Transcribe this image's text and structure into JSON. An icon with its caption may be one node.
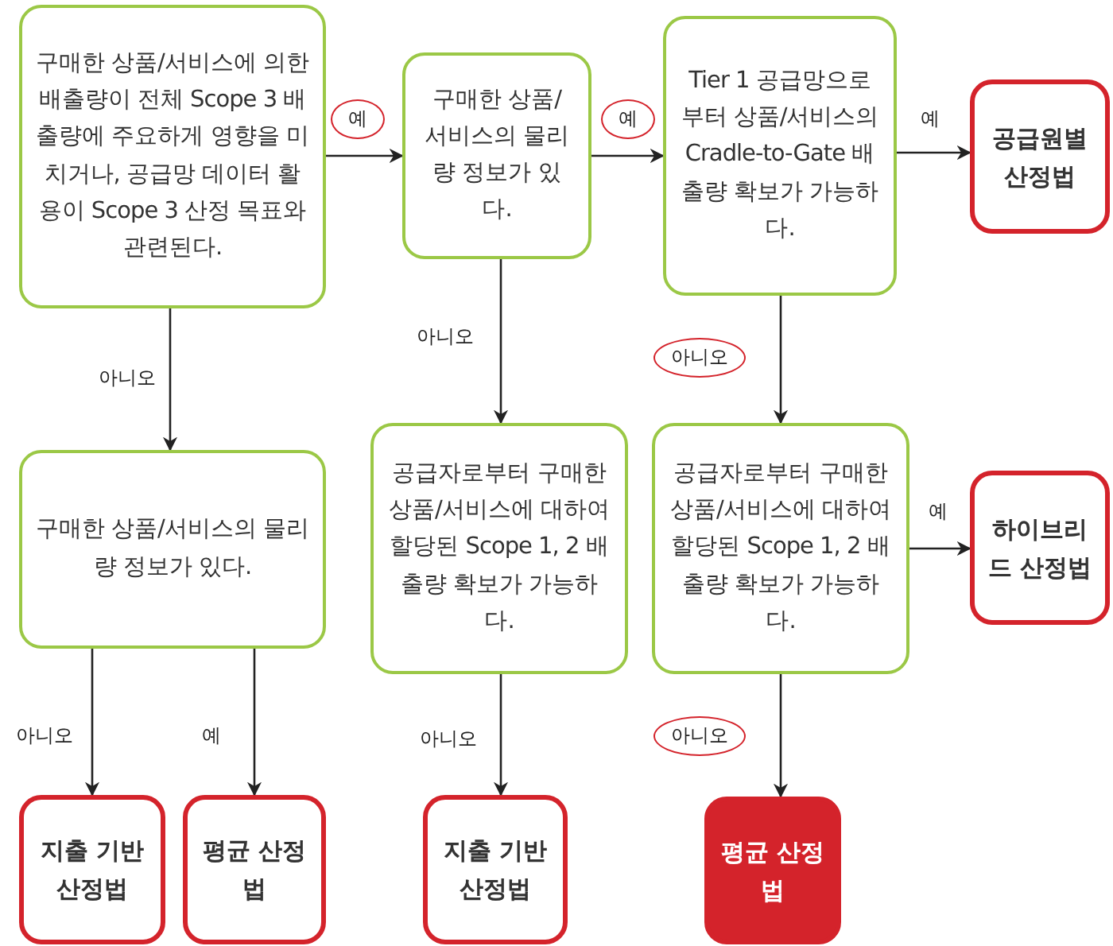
{
  "diagram": {
    "nodes": [
      {
        "text": [
          "구매한 상품/서비스에 의한 배출량이 전체 Scope 3 배출량에 주요하게 영향을 미치거나, 공급망 데이터 활용이 Scope 3 산정 목표와 관련된다."
        ]
      },
      {
        "text": [
          "구매한 상품/ 서비스의 물리량 정보가 있다."
        ]
      },
      {
        "text": [
          "Tier 1 공급망으로부터 상품/서비스의 Cradle-to-Gate 배출량 확보가 가능하다."
        ]
      },
      {
        "text": [
          "공급원별 산정법"
        ]
      },
      {
        "text": [
          "구매한 상품/서비스의 물리량 정보가 있다."
        ]
      },
      {
        "text": [
          "공급자로부터 구매한 상품/서비스에 대하여 할당된 Scope 1, 2 배출량 확보가 가능하다."
        ]
      },
      {
        "text": [
          "공급자로부터 구매한 상품/서비스에 대하여 할당된 Scope 1, 2 배출량 확보가 가능하다."
        ]
      },
      {
        "text": [
          "하이브리드 산정법"
        ]
      },
      {
        "text": [
          "지출 기반 산정법"
        ]
      },
      {
        "text": [
          "평균 산정법"
        ]
      },
      {
        "text": [
          "지출 기반 산정법"
        ]
      },
      {
        "text": [
          "평균 산정법"
        ]
      }
    ],
    "edges": [
      {
        "from": 0,
        "to": 1,
        "arrow": "to",
        "label": "예"
      },
      {
        "from": 1,
        "to": 2,
        "arrow": "to",
        "label": "예"
      },
      {
        "from": 2,
        "to": 3,
        "arrow": "to",
        "label": "예"
      },
      {
        "from": 0,
        "to": 4,
        "arrow": "to",
        "label": "아니오"
      },
      {
        "from": 1,
        "to": 5,
        "arrow": "to",
        "label": "아니오"
      },
      {
        "from": 2,
        "to": 6,
        "arrow": "to",
        "label": "아니오"
      },
      {
        "from": 6,
        "to": 7,
        "arrow": "to",
        "label": "예"
      },
      {
        "from": 4,
        "to": 8,
        "arrow": "to",
        "label": "아니오"
      },
      {
        "from": 4,
        "to": 9,
        "arrow": "to",
        "label": "예"
      },
      {
        "from": 5,
        "to": 10,
        "arrow": "to",
        "label": "아니오"
      },
      {
        "from": 6,
        "to": 11,
        "arrow": "to",
        "label": "아니오"
      }
    ]
  }
}
